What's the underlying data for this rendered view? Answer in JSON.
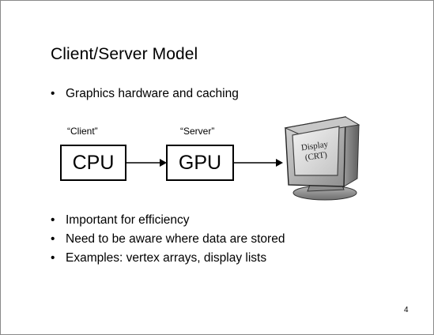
{
  "slide": {
    "title": "Client/Server Model",
    "bullet_glyph": "•",
    "bullets_top": [
      "Graphics hardware and caching"
    ],
    "diagram": {
      "client_label": "“Client”",
      "server_label": "“Server”",
      "cpu_box": "CPU",
      "gpu_box": "GPU",
      "display_line1": "Display",
      "display_line2": "(CRT)"
    },
    "bullets_bottom": [
      "Important for efficiency",
      "Need to be aware where data are stored",
      "Examples: vertex arrays, display lists"
    ],
    "page_number": "4"
  }
}
